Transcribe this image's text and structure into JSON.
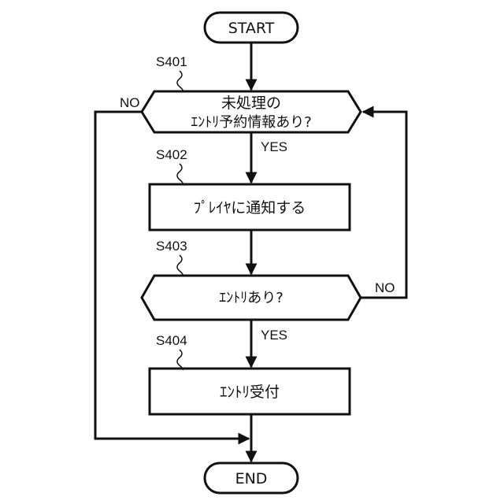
{
  "diagram": {
    "start_label": "START",
    "end_label": "END",
    "steps": [
      {
        "id": "S401",
        "line1": "未処理の",
        "line2": "ｴﾝﾄﾘ予約情報あり?"
      },
      {
        "id": "S402",
        "text": "ﾌﾟﾚｲﾔに通知する"
      },
      {
        "id": "S403",
        "text": "ｴﾝﾄﾘあり?"
      },
      {
        "id": "S404",
        "text": "ｴﾝﾄﾘ受付"
      }
    ],
    "branch_labels": {
      "s401_yes": "YES",
      "s401_no": "NO",
      "s403_yes": "YES",
      "s403_no": "NO"
    }
  }
}
